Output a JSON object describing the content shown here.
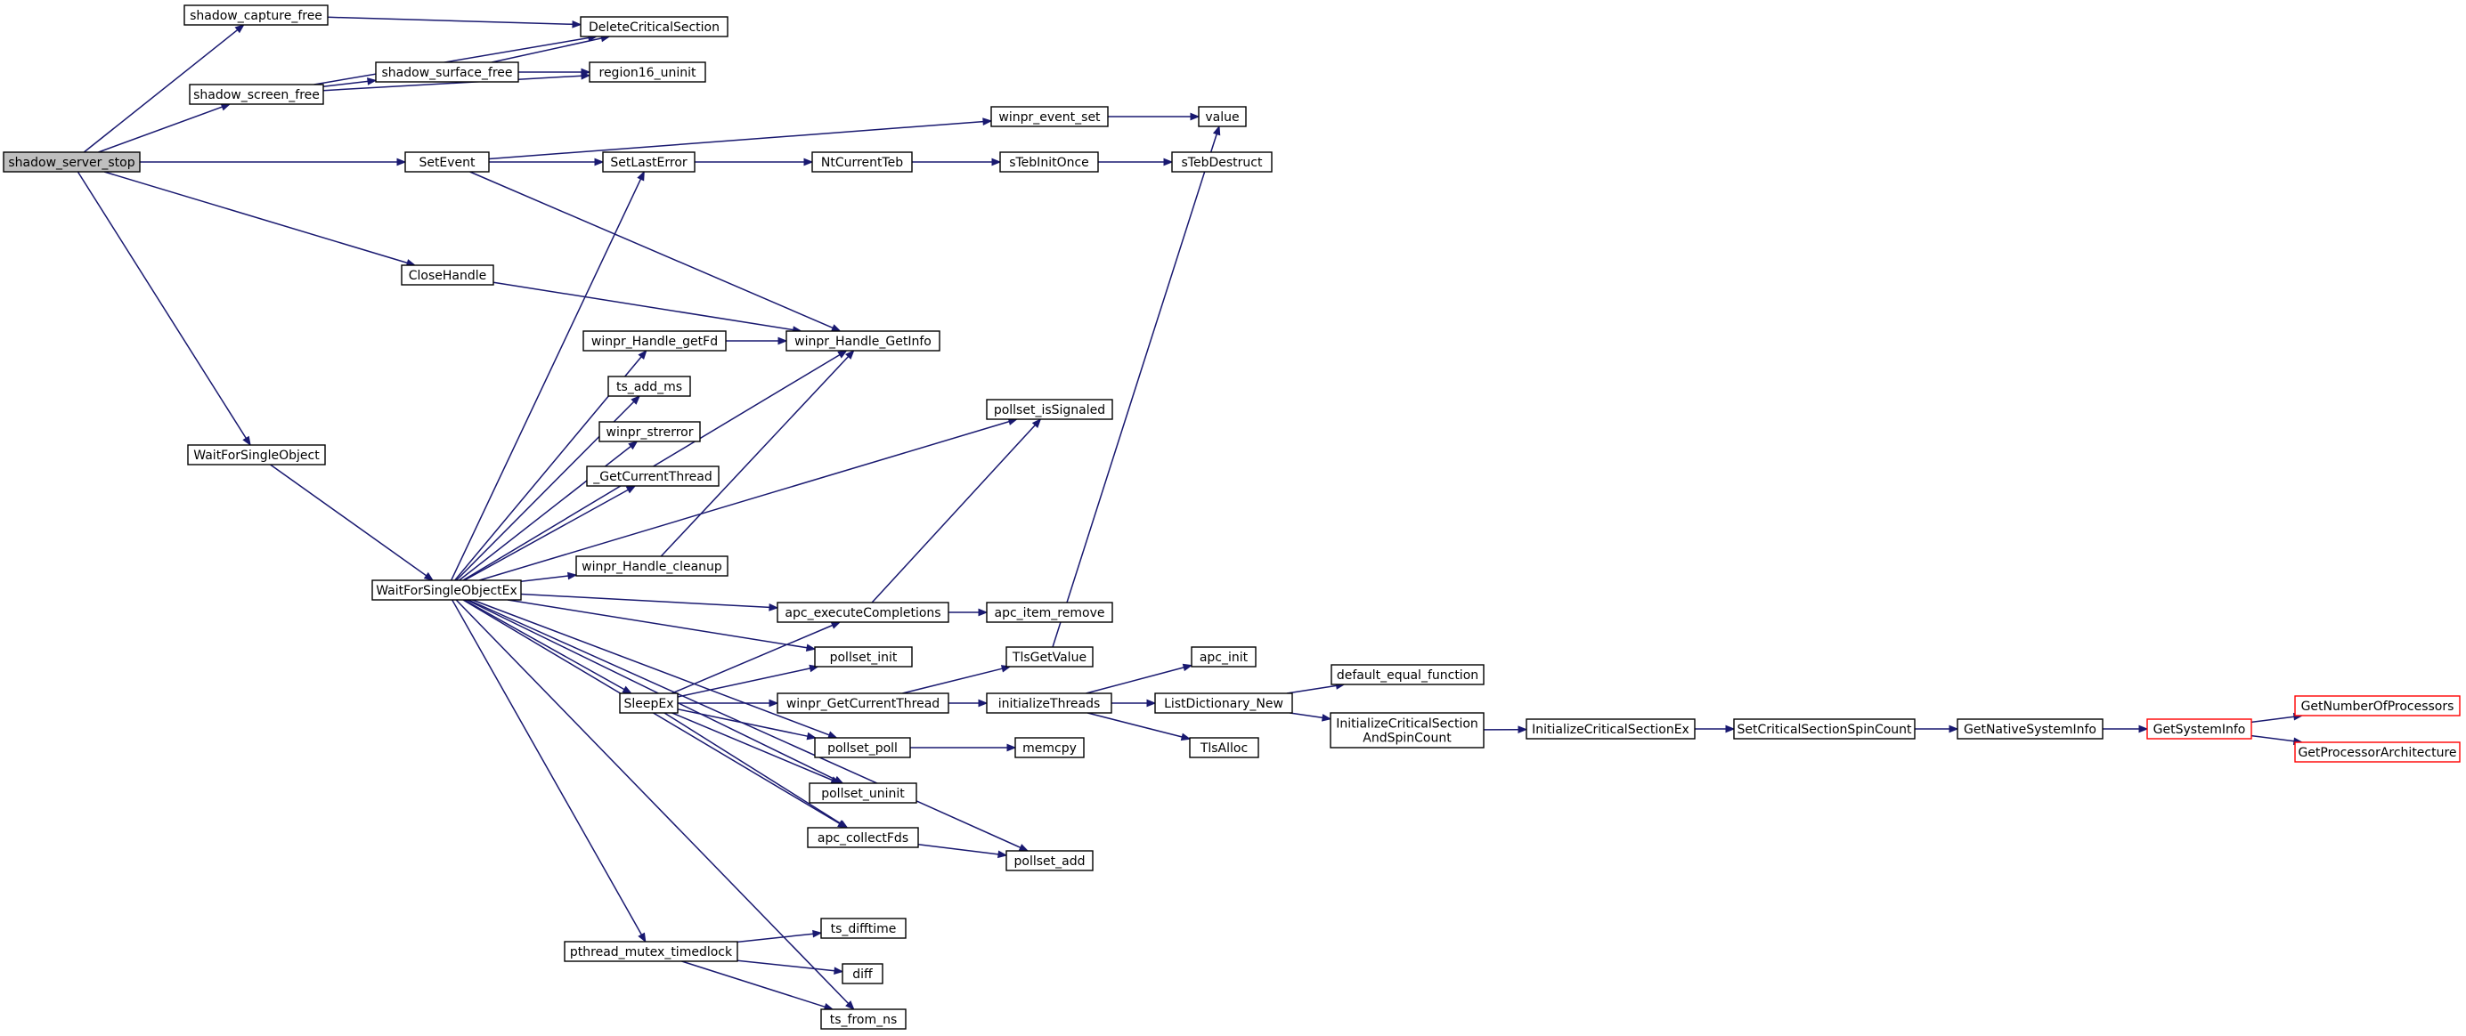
{
  "graph": {
    "colors": {
      "edge": "#191970",
      "node_border": "#000000",
      "root_fill": "#bfbfbf",
      "truncated_border": "#ff0000"
    },
    "nodes": [
      {
        "id": "shadow_server_stop",
        "label": "shadow_server_stop",
        "style": "root"
      },
      {
        "id": "shadow_capture_free",
        "label": "shadow_capture_free"
      },
      {
        "id": "shadow_screen_free",
        "label": "shadow_screen_free"
      },
      {
        "id": "WaitForSingleObject",
        "label": "WaitForSingleObject"
      },
      {
        "id": "DeleteCriticalSection",
        "label": "DeleteCriticalSection"
      },
      {
        "id": "shadow_surface_free",
        "label": "shadow_surface_free"
      },
      {
        "id": "region16_uninit",
        "label": "region16_uninit"
      },
      {
        "id": "SetEvent",
        "label": "SetEvent"
      },
      {
        "id": "CloseHandle",
        "label": "CloseHandle"
      },
      {
        "id": "WaitForSingleObjectEx",
        "label": "WaitForSingleObjectEx"
      },
      {
        "id": "SetLastError",
        "label": "SetLastError"
      },
      {
        "id": "winpr_Handle_getFd",
        "label": "winpr_Handle_getFd"
      },
      {
        "id": "ts_add_ms",
        "label": "ts_add_ms"
      },
      {
        "id": "winpr_strerror",
        "label": "winpr_strerror"
      },
      {
        "id": "_GetCurrentThread",
        "label": "_GetCurrentThread"
      },
      {
        "id": "winpr_Handle_cleanup",
        "label": "winpr_Handle_cleanup"
      },
      {
        "id": "SleepEx",
        "label": "SleepEx"
      },
      {
        "id": "pthread_mutex_timedlock",
        "label": "pthread_mutex_timedlock"
      },
      {
        "id": "winpr_Handle_GetInfo",
        "label": "winpr_Handle_GetInfo"
      },
      {
        "id": "apc_executeCompletions",
        "label": "apc_executeCompletions"
      },
      {
        "id": "pollset_init",
        "label": "pollset_init"
      },
      {
        "id": "winpr_GetCurrentThread",
        "label": "winpr_GetCurrentThread"
      },
      {
        "id": "pollset_poll",
        "label": "pollset_poll"
      },
      {
        "id": "pollset_uninit",
        "label": "pollset_uninit"
      },
      {
        "id": "apc_collectFds",
        "label": "apc_collectFds"
      },
      {
        "id": "ts_difftime",
        "label": "ts_difftime"
      },
      {
        "id": "diff",
        "label": "diff"
      },
      {
        "id": "ts_from_ns",
        "label": "ts_from_ns"
      },
      {
        "id": "NtCurrentTeb",
        "label": "NtCurrentTeb"
      },
      {
        "id": "winpr_event_set",
        "label": "winpr_event_set"
      },
      {
        "id": "pollset_isSignaled",
        "label": "pollset_isSignaled"
      },
      {
        "id": "apc_item_remove",
        "label": "apc_item_remove"
      },
      {
        "id": "TlsGetValue",
        "label": "TlsGetValue"
      },
      {
        "id": "initializeThreads",
        "label": "initializeThreads"
      },
      {
        "id": "memcpy",
        "label": "memcpy"
      },
      {
        "id": "pollset_add",
        "label": "pollset_add"
      },
      {
        "id": "sTebInitOnce",
        "label": "sTebInitOnce"
      },
      {
        "id": "value",
        "label": "value"
      },
      {
        "id": "sTebDestruct",
        "label": "sTebDestruct"
      },
      {
        "id": "apc_init",
        "label": "apc_init"
      },
      {
        "id": "ListDictionary_New",
        "label": "ListDictionary_New"
      },
      {
        "id": "TlsAlloc",
        "label": "TlsAlloc"
      },
      {
        "id": "default_equal_function",
        "label": "default_equal_function"
      },
      {
        "id": "InitializeCriticalSectionAndSpinCount",
        "label": [
          "InitializeCriticalSection",
          "AndSpinCount"
        ]
      },
      {
        "id": "InitializeCriticalSectionEx",
        "label": "InitializeCriticalSectionEx"
      },
      {
        "id": "SetCriticalSectionSpinCount",
        "label": "SetCriticalSectionSpinCount"
      },
      {
        "id": "GetNativeSystemInfo",
        "label": "GetNativeSystemInfo"
      },
      {
        "id": "GetSystemInfo",
        "label": "GetSystemInfo",
        "style": "red"
      },
      {
        "id": "GetNumberOfProcessors",
        "label": "GetNumberOfProcessors",
        "style": "red"
      },
      {
        "id": "GetProcessorArchitecture",
        "label": "GetProcessorArchitecture",
        "style": "red"
      }
    ],
    "edges": [
      [
        "shadow_server_stop",
        "shadow_capture_free"
      ],
      [
        "shadow_server_stop",
        "shadow_screen_free"
      ],
      [
        "shadow_server_stop",
        "SetEvent"
      ],
      [
        "shadow_server_stop",
        "CloseHandle"
      ],
      [
        "shadow_server_stop",
        "WaitForSingleObject"
      ],
      [
        "shadow_capture_free",
        "DeleteCriticalSection"
      ],
      [
        "shadow_screen_free",
        "DeleteCriticalSection"
      ],
      [
        "shadow_screen_free",
        "shadow_surface_free"
      ],
      [
        "shadow_screen_free",
        "region16_uninit"
      ],
      [
        "shadow_surface_free",
        "DeleteCriticalSection"
      ],
      [
        "shadow_surface_free",
        "region16_uninit"
      ],
      [
        "SetEvent",
        "winpr_event_set"
      ],
      [
        "SetEvent",
        "SetLastError"
      ],
      [
        "SetEvent",
        "winpr_Handle_GetInfo"
      ],
      [
        "CloseHandle",
        "winpr_Handle_GetInfo"
      ],
      [
        "WaitForSingleObject",
        "WaitForSingleObjectEx"
      ],
      [
        "SetLastError",
        "NtCurrentTeb"
      ],
      [
        "NtCurrentTeb",
        "sTebInitOnce"
      ],
      [
        "sTebInitOnce",
        "sTebDestruct"
      ],
      [
        "winpr_event_set",
        "value"
      ],
      [
        "WaitForSingleObjectEx",
        "SetLastError"
      ],
      [
        "WaitForSingleObjectEx",
        "pollset_isSignaled"
      ],
      [
        "WaitForSingleObjectEx",
        "winpr_Handle_getFd"
      ],
      [
        "WaitForSingleObjectEx",
        "ts_add_ms"
      ],
      [
        "WaitForSingleObjectEx",
        "winpr_strerror"
      ],
      [
        "WaitForSingleObjectEx",
        "_GetCurrentThread"
      ],
      [
        "WaitForSingleObjectEx",
        "winpr_Handle_GetInfo"
      ],
      [
        "WaitForSingleObjectEx",
        "winpr_Handle_cleanup"
      ],
      [
        "WaitForSingleObjectEx",
        "apc_executeCompletions"
      ],
      [
        "WaitForSingleObjectEx",
        "pollset_init"
      ],
      [
        "WaitForSingleObjectEx",
        "SleepEx"
      ],
      [
        "WaitForSingleObjectEx",
        "pollset_poll"
      ],
      [
        "WaitForSingleObjectEx",
        "pollset_uninit"
      ],
      [
        "WaitForSingleObjectEx",
        "apc_collectFds"
      ],
      [
        "WaitForSingleObjectEx",
        "pollset_add"
      ],
      [
        "WaitForSingleObjectEx",
        "pthread_mutex_timedlock"
      ],
      [
        "WaitForSingleObjectEx",
        "ts_from_ns"
      ],
      [
        "winpr_Handle_getFd",
        "winpr_Handle_GetInfo"
      ],
      [
        "winpr_Handle_cleanup",
        "winpr_Handle_GetInfo"
      ],
      [
        "apc_executeCompletions",
        "pollset_isSignaled"
      ],
      [
        "apc_executeCompletions",
        "apc_item_remove"
      ],
      [
        "SleepEx",
        "apc_executeCompletions"
      ],
      [
        "SleepEx",
        "pollset_init"
      ],
      [
        "SleepEx",
        "winpr_GetCurrentThread"
      ],
      [
        "SleepEx",
        "pollset_poll"
      ],
      [
        "SleepEx",
        "pollset_uninit"
      ],
      [
        "SleepEx",
        "apc_collectFds"
      ],
      [
        "winpr_GetCurrentThread",
        "TlsGetValue"
      ],
      [
        "winpr_GetCurrentThread",
        "initializeThreads"
      ],
      [
        "TlsGetValue",
        "value"
      ],
      [
        "initializeThreads",
        "apc_init"
      ],
      [
        "initializeThreads",
        "ListDictionary_New"
      ],
      [
        "initializeThreads",
        "TlsAlloc"
      ],
      [
        "ListDictionary_New",
        "default_equal_function"
      ],
      [
        "ListDictionary_New",
        "InitializeCriticalSectionAndSpinCount"
      ],
      [
        "InitializeCriticalSectionAndSpinCount",
        "InitializeCriticalSectionEx"
      ],
      [
        "InitializeCriticalSectionEx",
        "SetCriticalSectionSpinCount"
      ],
      [
        "SetCriticalSectionSpinCount",
        "GetNativeSystemInfo"
      ],
      [
        "GetNativeSystemInfo",
        "GetSystemInfo"
      ],
      [
        "GetSystemInfo",
        "GetNumberOfProcessors"
      ],
      [
        "GetSystemInfo",
        "GetProcessorArchitecture"
      ],
      [
        "pollset_poll",
        "memcpy"
      ],
      [
        "apc_collectFds",
        "pollset_add"
      ],
      [
        "pthread_mutex_timedlock",
        "ts_difftime"
      ],
      [
        "pthread_mutex_timedlock",
        "diff"
      ],
      [
        "pthread_mutex_timedlock",
        "ts_from_ns"
      ]
    ]
  }
}
